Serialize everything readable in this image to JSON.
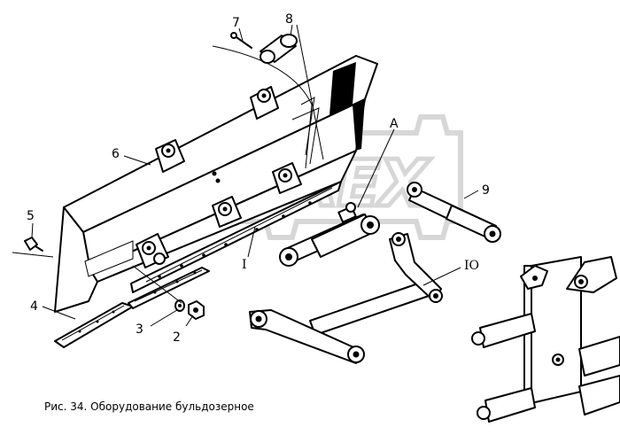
{
  "caption": "Рис. 34. Оборудование бульдозерное",
  "watermark": {
    "text": "OREX",
    "color": "#b8b8b8"
  },
  "callouts": {
    "c1": "I",
    "c2": "2",
    "c3": "3",
    "c4": "4",
    "c5": "5",
    "c6": "6",
    "c7": "7",
    "c8": "8",
    "c9": "9",
    "c10": "IO",
    "cA": "A"
  }
}
